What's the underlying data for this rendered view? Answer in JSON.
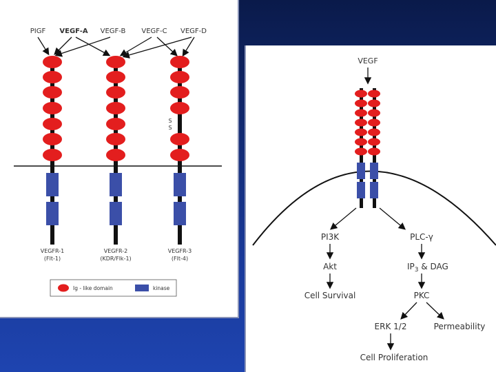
{
  "left": {
    "ligands": [
      "PIGF",
      "VEGF-A",
      "VEGF-B",
      "VEGF-C",
      "VEGF-D"
    ],
    "bold_ligand_index": 1,
    "ss_label": [
      "S",
      "S"
    ],
    "receptors": [
      {
        "name": "VEGFR-1",
        "alias": "(Flt-1)"
      },
      {
        "name": "VEGFR-2",
        "alias": "(KDR/Flk-1)"
      },
      {
        "name": "VEGFR-3",
        "alias": "(Flt-4)"
      }
    ],
    "legend": {
      "ig_label": "Ig - like domain",
      "kinase_label": "kinase"
    }
  },
  "right": {
    "vegf_label": "VEGF",
    "pi3k": "PI3K",
    "plc": "PLC-γ",
    "akt": "Akt",
    "ip3_dag_prefix": "IP",
    "ip3_dag_sub": "3",
    "ip3_dag_suffix": " & DAG",
    "cell_survival": "Cell Survival",
    "pkc": "PKC",
    "erk": "ERK 1/2",
    "permeability": "Permeability",
    "cell_proliferation": "Cell Proliferation"
  },
  "colors": {
    "ig_domain": "#e31e1e",
    "kinase": "#3b4fa8",
    "stalk": "#111111"
  }
}
